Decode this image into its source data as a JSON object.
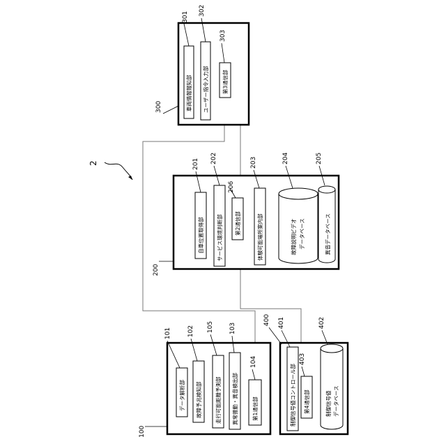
{
  "diagram_label": "2",
  "systems": {
    "s100": {
      "ref": "100",
      "blocks": [
        {
          "ref": "101",
          "label": "データ解析部"
        },
        {
          "ref": "102",
          "label": "故障予兆検知部"
        },
        {
          "ref": "105",
          "label": "走行可能距離予測部"
        },
        {
          "ref": "103",
          "label": "異常振動・異音検出部"
        },
        {
          "ref": "104",
          "label": "第1通信部"
        }
      ]
    },
    "s200": {
      "ref": "200",
      "blocks": [
        {
          "ref": "201",
          "label": "自車位置取得部"
        },
        {
          "ref": "202",
          "label": "サービス環境判断部"
        },
        {
          "ref": "206",
          "label": "第2通信部"
        },
        {
          "ref": "203",
          "label": "体験可能場所案内部"
        }
      ],
      "databases": [
        {
          "ref": "204",
          "line1": "故障説明ビデオ",
          "line2": "データベース"
        },
        {
          "ref": "205",
          "line1": "異音データベース",
          "line2": ""
        }
      ]
    },
    "s300": {
      "ref": "300",
      "blocks": [
        {
          "ref": "301",
          "label": "車両情報報知部"
        },
        {
          "ref": "302",
          "label": "ユーザー指令入力部"
        },
        {
          "ref": "303",
          "label": "第3通信部"
        }
      ]
    },
    "s400": {
      "ref": "400",
      "blocks": [
        {
          "ref": "401",
          "label": "制御信号値コントロール部"
        },
        {
          "ref": "403",
          "label": "第4通信部"
        }
      ],
      "databases": [
        {
          "ref": "402",
          "line1": "制御信号値",
          "line2": "データベース"
        }
      ]
    }
  }
}
